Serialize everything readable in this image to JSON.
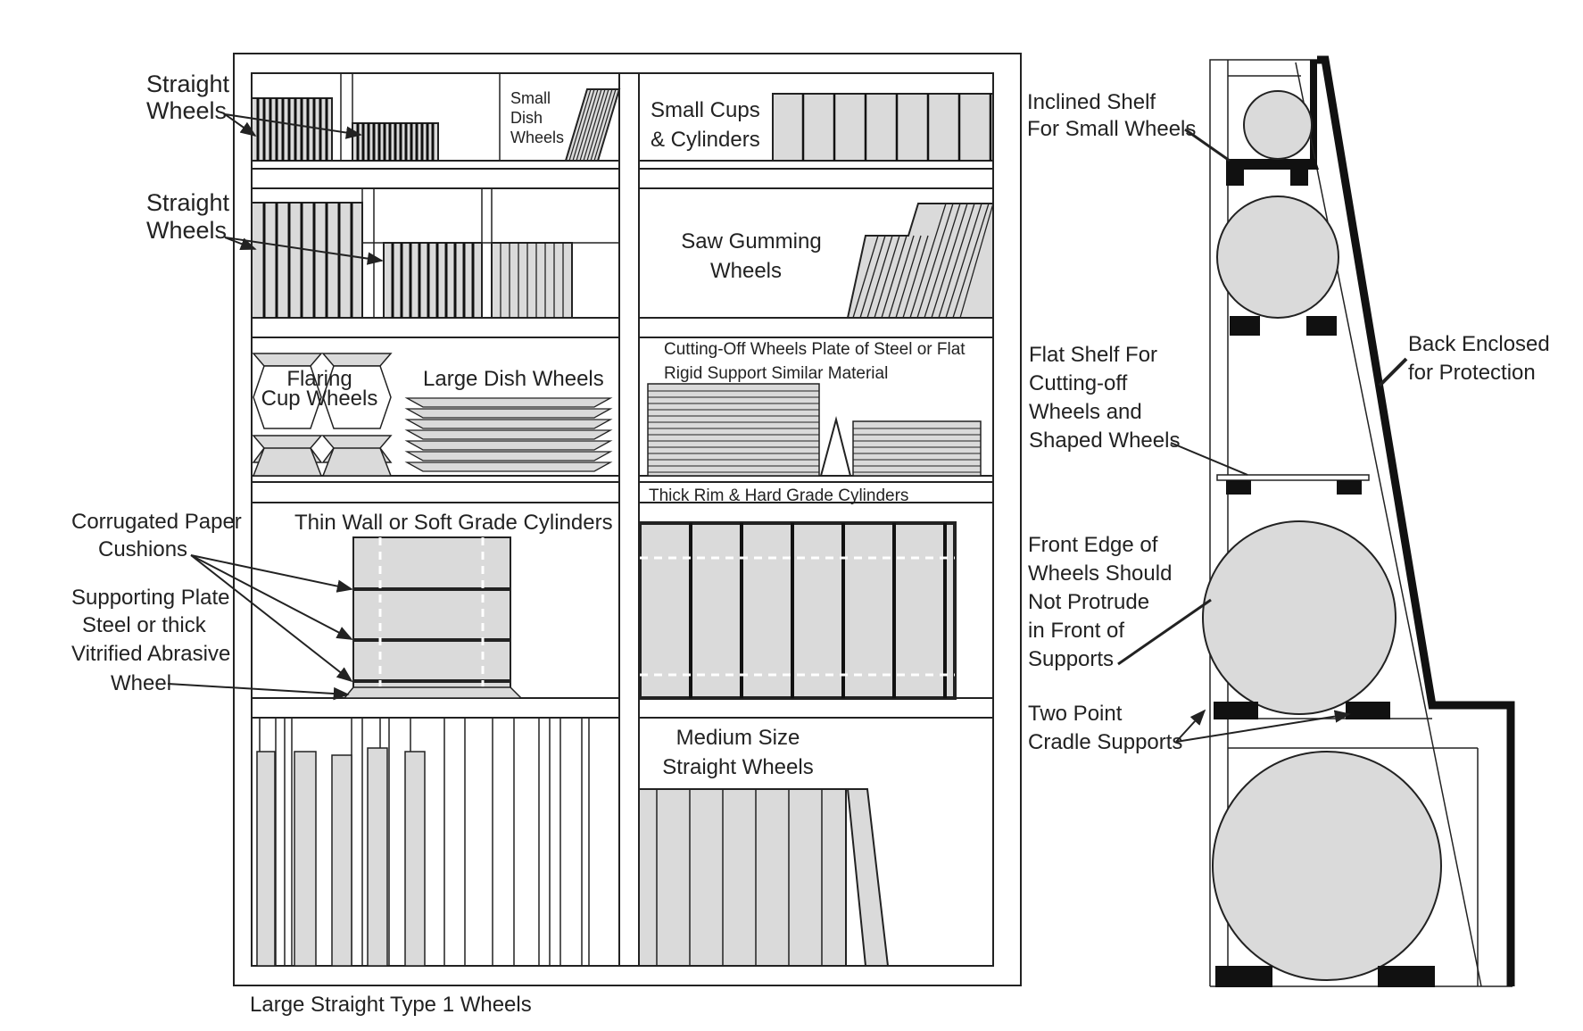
{
  "labels": {
    "straight_wheels_top_1": "Straight",
    "straight_wheels_top_2": "Wheels",
    "straight_wheels_mid_1": "Straight",
    "straight_wheels_mid_2": "Wheels",
    "small_dish_1": "Small",
    "small_dish_2": "Dish",
    "small_dish_3": "Wheels",
    "small_cups_1": "Small Cups",
    "small_cups_2": "& Cylinders",
    "saw_gumming_1": "Saw Gumming",
    "saw_gumming_2": "Wheels",
    "flaring_1": "Flaring",
    "flaring_2": "Cup Wheels",
    "large_dish": "Large Dish Wheels",
    "cutting_off_1": "Cutting-Off Wheels Plate of Steel or Flat",
    "cutting_off_2": "Rigid Support Similar Material",
    "thick_rim": "Thick Rim & Hard Grade Cylinders",
    "thin_wall": "Thin Wall or Soft Grade Cylinders",
    "corrugated_1": "Corrugated Paper",
    "corrugated_2": "Cushions",
    "supporting_1": "Supporting Plate",
    "supporting_2": "Steel or thick",
    "supporting_3": "Vitrified Abrasive",
    "supporting_4": "Wheel",
    "medium_1": "Medium Size",
    "medium_2": "Straight Wheels",
    "large_straight": "Large Straight Type 1 Wheels",
    "inclined_1": "Inclined Shelf",
    "inclined_2": "For Small Wheels",
    "flat_shelf_1": "Flat Shelf For",
    "flat_shelf_2": "Cutting-off",
    "flat_shelf_3": "Wheels and",
    "flat_shelf_4": "Shaped Wheels",
    "front_edge_1": "Front Edge of",
    "front_edge_2": "Wheels Should",
    "front_edge_3": "Not Protrude",
    "front_edge_4": "in Front of",
    "front_edge_5": "Supports",
    "two_point_1": "Two Point",
    "two_point_2": "Cradle Supports",
    "back_enclosed_1": "Back Enclosed",
    "back_enclosed_2": "for Protection"
  },
  "colors": {
    "wheel_fill": "#dadada",
    "ink": "#222222",
    "background": "#ffffff"
  }
}
